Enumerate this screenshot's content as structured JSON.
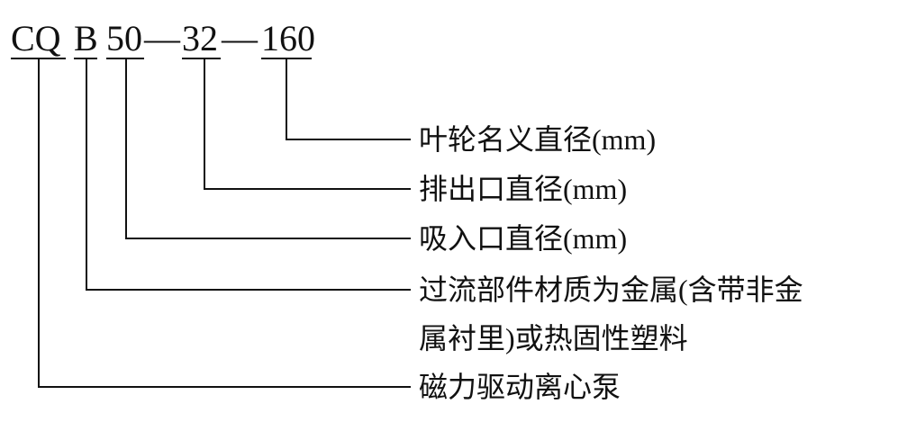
{
  "model_code": {
    "parts": [
      "CQ",
      "B",
      "50",
      "32",
      "160"
    ],
    "separators": [
      "—",
      "—"
    ]
  },
  "labels": [
    "叶轮名义直径(mm)",
    "排出口直径(mm)",
    "吸入口直径(mm)",
    "过流部件材质为金属(含带非金",
    "属衬里)或热固性塑料",
    "磁力驱动离心泵"
  ]
}
